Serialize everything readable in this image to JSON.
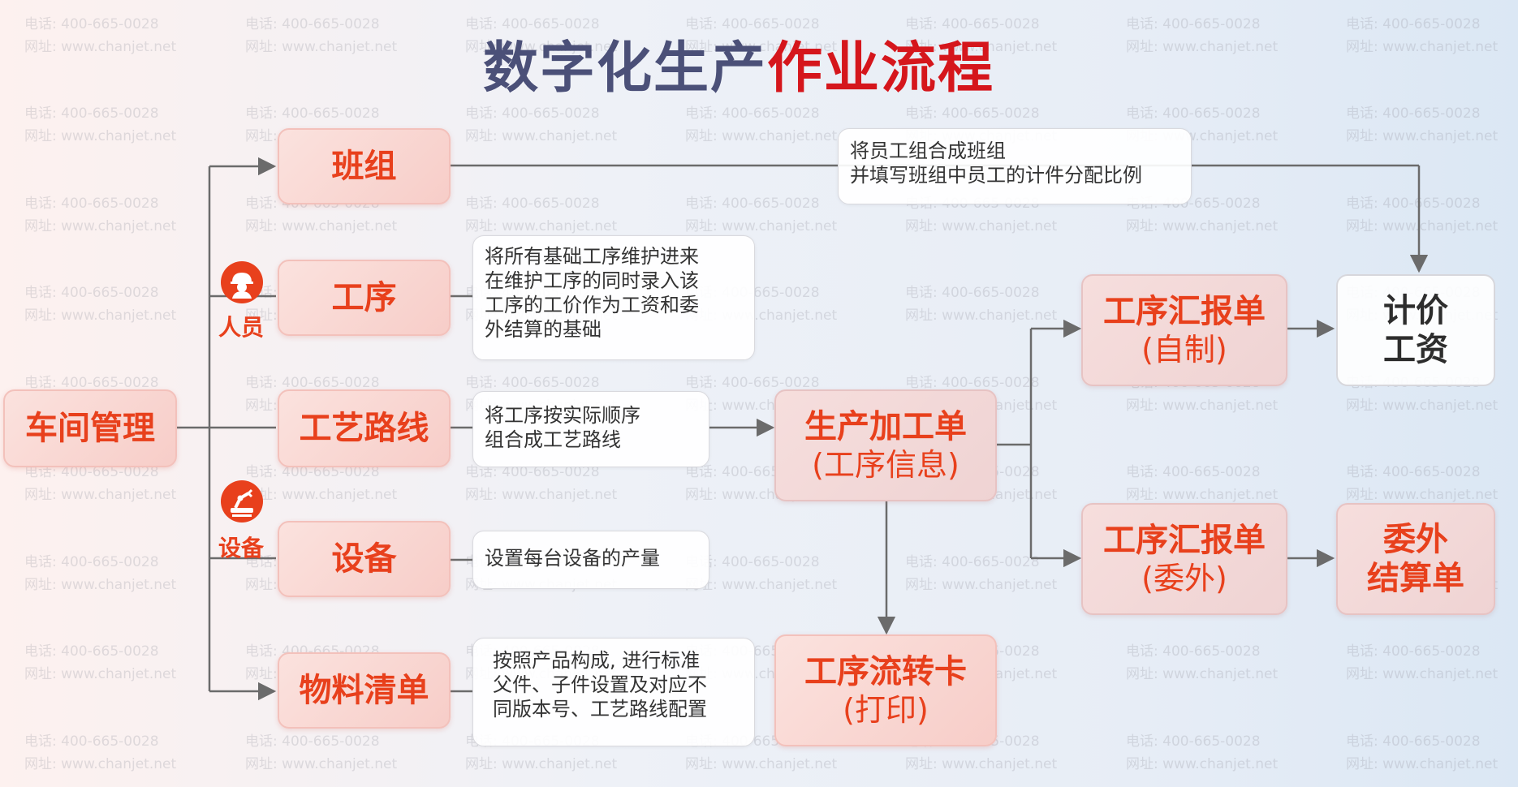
{
  "title": {
    "part1": "数字化生产",
    "part2": "作业流程"
  },
  "watermark": {
    "phone": "电话: 400-665-0028",
    "site": "网址: www.chanjet.net"
  },
  "colors": {
    "accent": "#e8401c",
    "title_dark": "#4b5078",
    "title_red": "#d5161c"
  },
  "nodes": {
    "workshop": "车间管理",
    "team": "班组",
    "process": "工序",
    "route": "工艺路线",
    "equipment": "设备",
    "bom": "物料清单",
    "order_line1": "生产加工单",
    "order_line2": "(工序信息)",
    "card_line1": "工序流转卡",
    "card_line2": "(打印)",
    "report_self_line1": "工序汇报单",
    "report_self_line2": "(自制)",
    "report_out_line1": "工序汇报单",
    "report_out_line2": "(委外)",
    "wage_line1": "计价",
    "wage_line2": "工资",
    "settle_line1": "委外",
    "settle_line2": "结算单"
  },
  "captions": {
    "people": "人员",
    "device": "设备"
  },
  "icons": {
    "people": "worker-helmet-icon",
    "device": "robot-arm-icon"
  },
  "notes": {
    "team": "将员工组合成班组\n并填写班组中员工的计件分配比例",
    "process": "将所有基础工序维护进来\n在维护工序的同时录入该\n工序的工价作为工资和委\n外结算的基础",
    "route": "将工序按实际顺序\n组合成工艺路线",
    "equipment": "设置每台设备的产量",
    "bom": "按照产品构成, 进行标准\n父件、子件设置及对应不\n同版本号、工艺路线配置"
  }
}
